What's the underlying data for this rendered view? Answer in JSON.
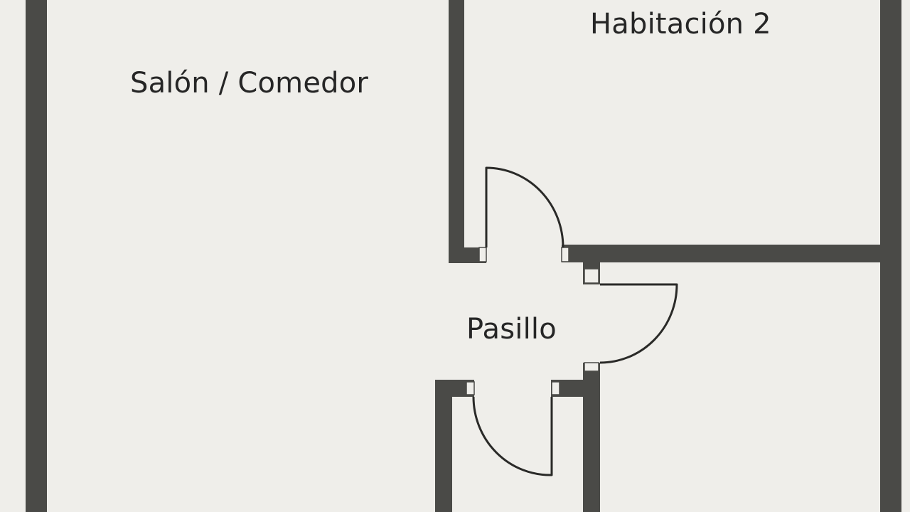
{
  "rooms": {
    "living_dining": {
      "label": "Salón / Comedor"
    },
    "bedroom_2": {
      "label": "Habitación 2"
    },
    "hallway": {
      "label": "Pasillo"
    }
  },
  "colors": {
    "background": "#efeeea",
    "wall": "#4a4a47",
    "text": "#262626"
  }
}
